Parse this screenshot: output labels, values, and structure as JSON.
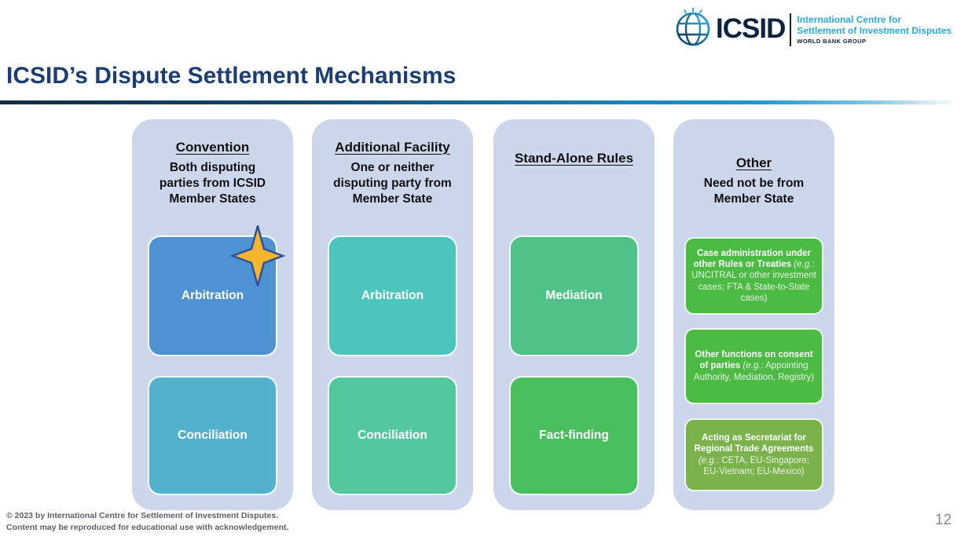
{
  "title": "ICSID’s Dispute Settlement Mechanisms",
  "logo": {
    "acronym": "ICSID",
    "org_line1": "International Centre for",
    "org_line2": "Settlement of Investment Disputes",
    "group": "WORLD BANK GROUP"
  },
  "columns": [
    {
      "heading": "Convention",
      "subtitle": "Both disputing parties from ICSID Member States",
      "boxes": [
        {
          "label": "Arbitration",
          "color": "#4e92d2",
          "starred": true
        },
        {
          "label": "Conciliation",
          "color": "#52b2cd"
        }
      ]
    },
    {
      "heading": "Additional Facility",
      "subtitle": "One or neither disputing party from Member State",
      "boxes": [
        {
          "label": "Arbitration",
          "color": "#4cc6bd"
        },
        {
          "label": "Conciliation",
          "color": "#53c89d"
        }
      ]
    },
    {
      "heading": "Stand-Alone Rules",
      "subtitle": "",
      "boxes": [
        {
          "label": "Mediation",
          "color": "#4fc287"
        },
        {
          "label": "Fact-finding",
          "color": "#49bf5e"
        }
      ]
    },
    {
      "heading": "Other",
      "subtitle": "Need not be from Member State",
      "info_boxes": [
        {
          "lead": "Case administration under other Rules or Treaties",
          "eg_wrap": " (e.g.",
          "rest": ": UNCITRAL or other investment cases; FTA & State-to-State cases)",
          "color": "#4cbb44"
        },
        {
          "lead": "Other functions on consent of parties",
          "eg_wrap": " (e.g.",
          "rest": ": Appointing Authority, Mediation, Registry)",
          "color": "#4cbb44"
        },
        {
          "lead": "Acting as Secretariat for Regional Trade Agreements",
          "eg_wrap": " (e.g.",
          "rest": ": CETA, EU-Singapore; EU-Vietnam; EU-Mexico)",
          "color": "#7ab24b"
        }
      ]
    }
  ],
  "star_icon": {
    "fill": "#f4b42c",
    "outline": "#32519c"
  },
  "footer": {
    "line1": "© 2023 by International Centre for Settlement of Investment Disputes.",
    "line2": "Content may be reproduced for educational use with acknowledgement.",
    "page_number": "12"
  },
  "colors": {
    "title": "#1c3e70",
    "column_bg": "#cdd7ec",
    "rule_gradient_start": "#0d2c47",
    "rule_gradient_mid": "#1e96d0",
    "rule_gradient_end": "#ffffff",
    "logo_navy": "#0c2340",
    "logo_light_blue": "#29a9e2"
  }
}
